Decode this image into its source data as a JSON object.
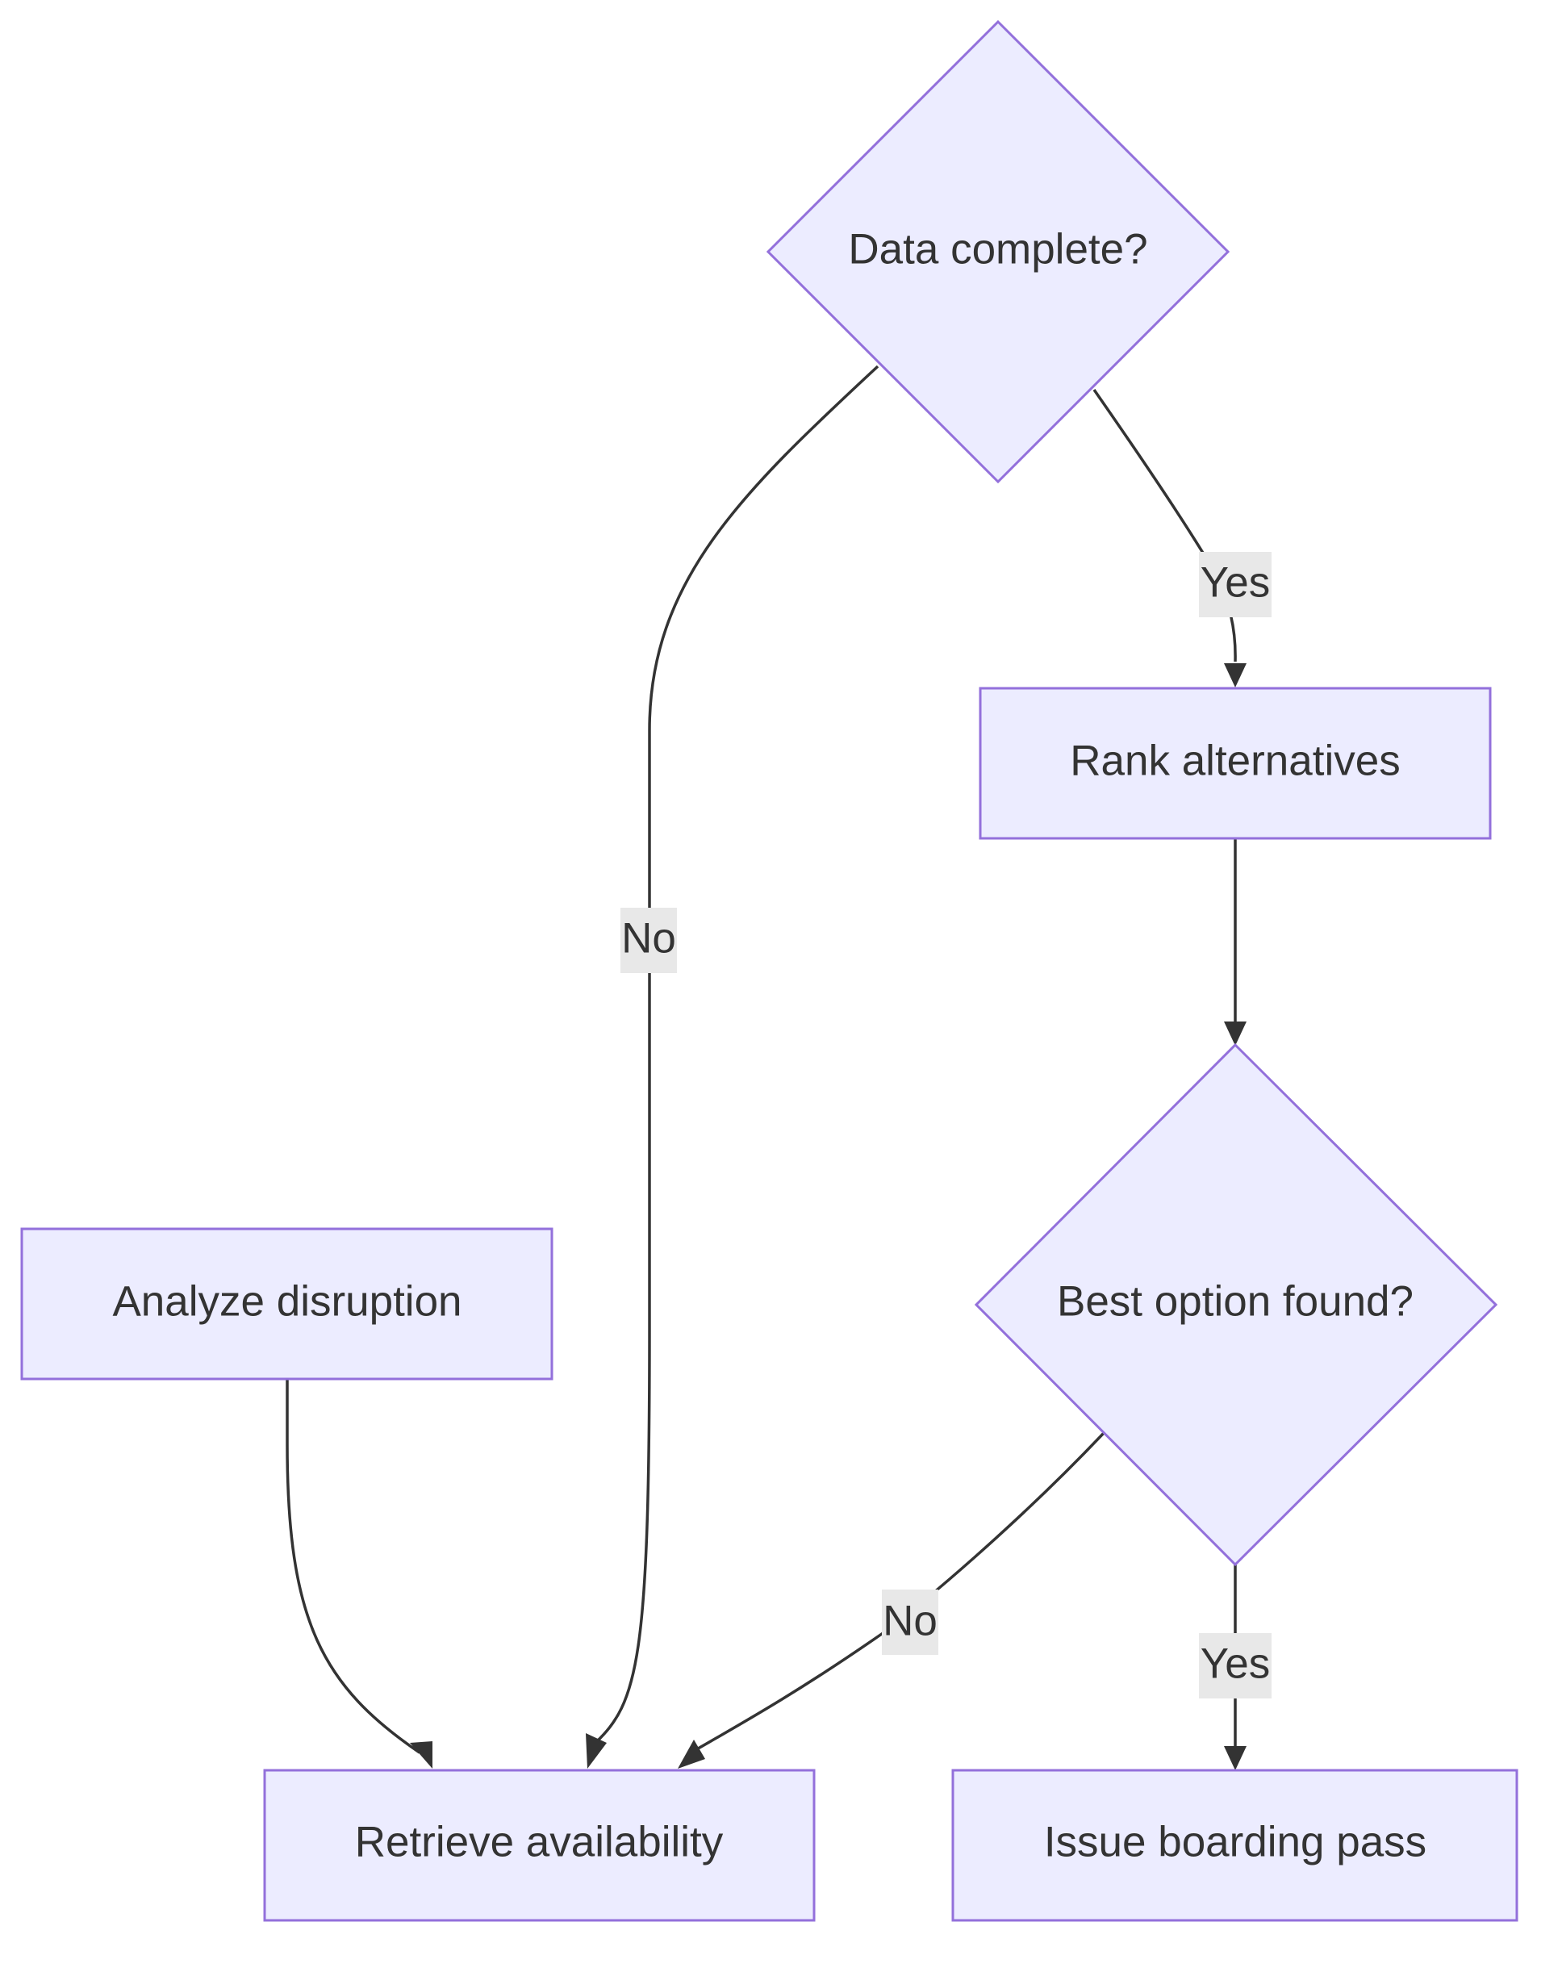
{
  "nodes": {
    "data_complete": "Data complete?",
    "rank_alternatives": "Rank alternatives",
    "best_option_found": "Best option found?",
    "analyze_disruption": "Analyze disruption",
    "retrieve_availability": "Retrieve availability",
    "issue_boarding_pass": "Issue boarding pass"
  },
  "edges": {
    "data_complete_yes": "Yes",
    "data_complete_no": "No",
    "best_option_no": "No",
    "best_option_yes": "Yes"
  },
  "colors": {
    "node_fill": "#ececff",
    "node_stroke": "#9370db",
    "edge": "#333333",
    "edge_label_bg": "#e8e8e8"
  }
}
